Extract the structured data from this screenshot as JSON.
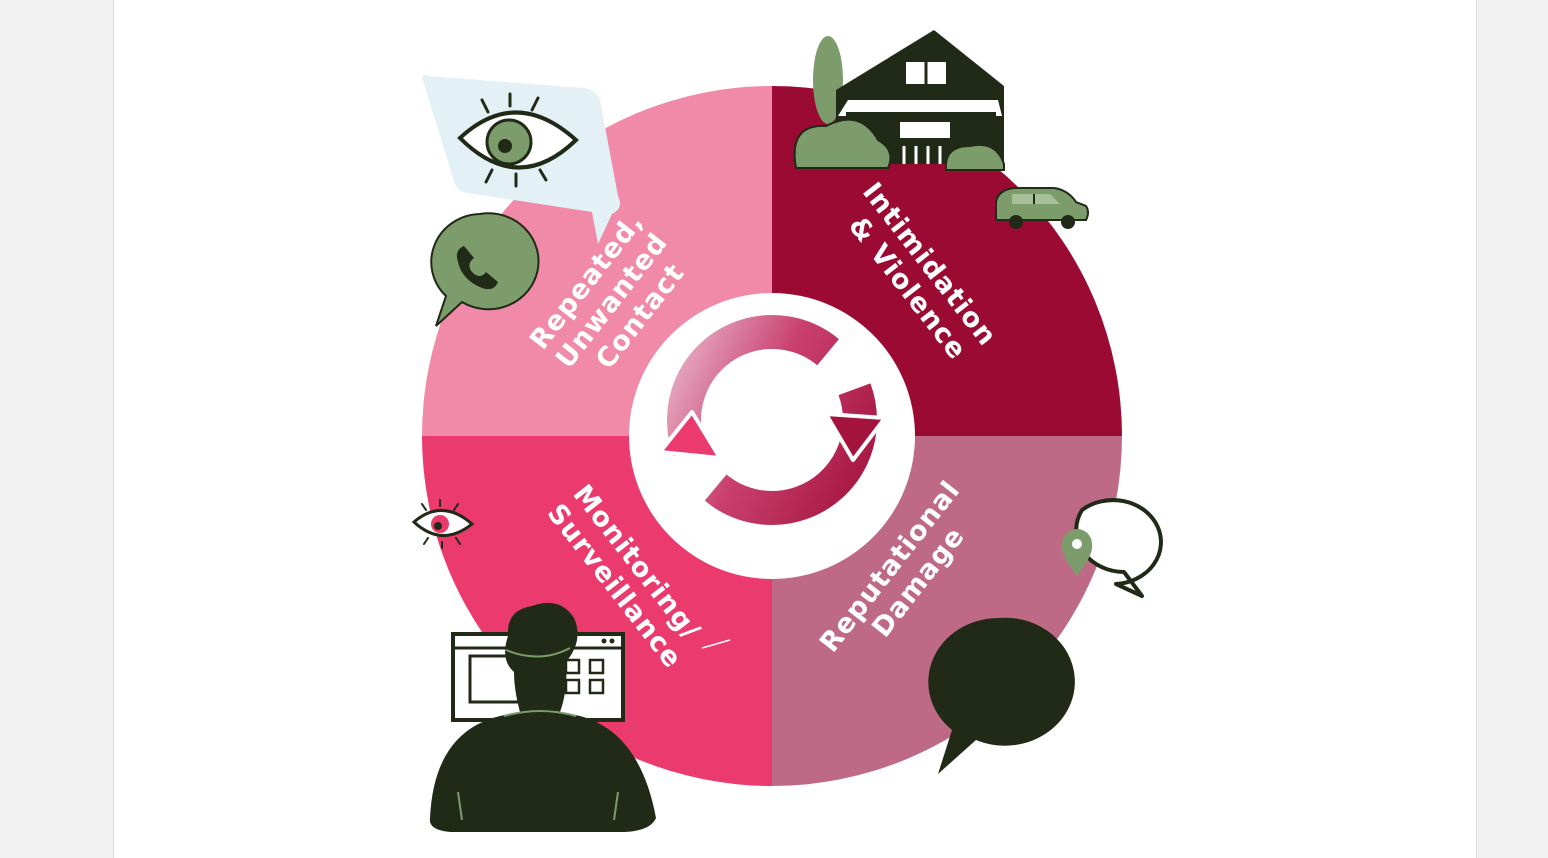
{
  "diagram": {
    "quadrants": [
      {
        "id": "contact",
        "lines": [
          "Repeated,",
          "Unwanted",
          "Contact"
        ],
        "color": "#f08aa8"
      },
      {
        "id": "violence",
        "lines": [
          "Intimidation",
          "& Violence"
        ],
        "color": "#9b0a32"
      },
      {
        "id": "surveillance",
        "lines": [
          "Monitoring/",
          "Surveillance"
        ],
        "color": "#ea3a6e"
      },
      {
        "id": "reputation",
        "lines": [
          "Reputational",
          "Damage"
        ],
        "color": "#be6a86"
      }
    ],
    "center_icon": "cycle-arrows-icon",
    "icons": [
      "eye-speech-bubble-icon",
      "phone-speech-bubble-icon",
      "house-icon",
      "car-icon",
      "small-eye-icon",
      "person-at-computer-icon",
      "location-pin-bubble-icon",
      "dark-speech-bubble-icon"
    ],
    "colors": {
      "dark": "#212a17",
      "green": "#7c9c6c",
      "light_blue": "#e3f1f6"
    }
  }
}
